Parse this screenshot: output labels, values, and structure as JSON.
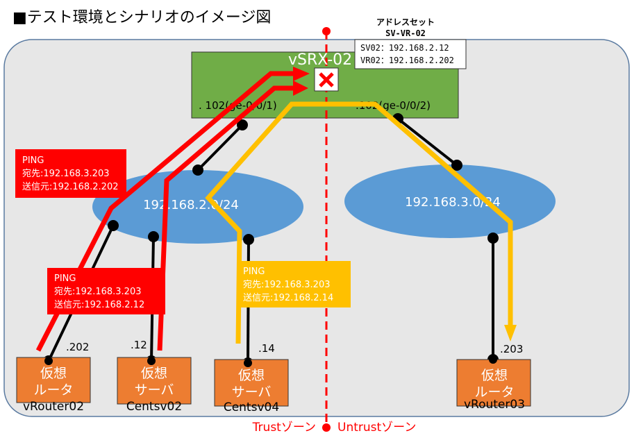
{
  "title": "■テスト環境とシナリオのイメージ図",
  "address_set": {
    "header": "アドレスセット",
    "name": "SV-VR-02",
    "entries": [
      "SV02：192.168.2.12",
      "VR02：192.168.2.202"
    ]
  },
  "firewall": {
    "name": "vSRX-02",
    "left_if": ". 102(ge-0/0/1)",
    "right_if": ".102(ge-0/0/2)",
    "block_icon": "x-mark-icon"
  },
  "networks": [
    {
      "label": "192.168.2.0/24"
    },
    {
      "label": "192.168.3.0/24"
    }
  ],
  "nodes": [
    {
      "type": "仮想",
      "type2": "ルータ",
      "name": "vRouter02",
      "addr": ".202"
    },
    {
      "type": "仮想",
      "type2": "サーバ",
      "name": "Centsv02",
      "addr": ".12"
    },
    {
      "type": "仮想",
      "type2": "サーバ",
      "name": "Centsv04",
      "addr": ".14"
    },
    {
      "type": "仮想",
      "type2": "ルータ",
      "name": "vRouter03",
      "addr": ".203"
    }
  ],
  "pings": [
    {
      "title": "PING",
      "dst": "宛先:192.168.3.203",
      "src": "送信元:192.168.2.202"
    },
    {
      "title": "PING",
      "dst": "宛先:192.168.3.203",
      "src": "送信元:192.168.2.12"
    },
    {
      "title": "PING",
      "dst": "宛先:192.168.3.203",
      "src": "送信元:192.168.2.14"
    }
  ],
  "zones": {
    "trust": "Trustゾーン",
    "untrust": "Untrustゾーン"
  },
  "colors": {
    "blocked_flow": "#ff0000",
    "allowed_flow": "#ffc000",
    "network": "#5b9bd5",
    "firewall": "#70ad47",
    "node": "#ed7d31",
    "zone_line": "#ff0000"
  }
}
